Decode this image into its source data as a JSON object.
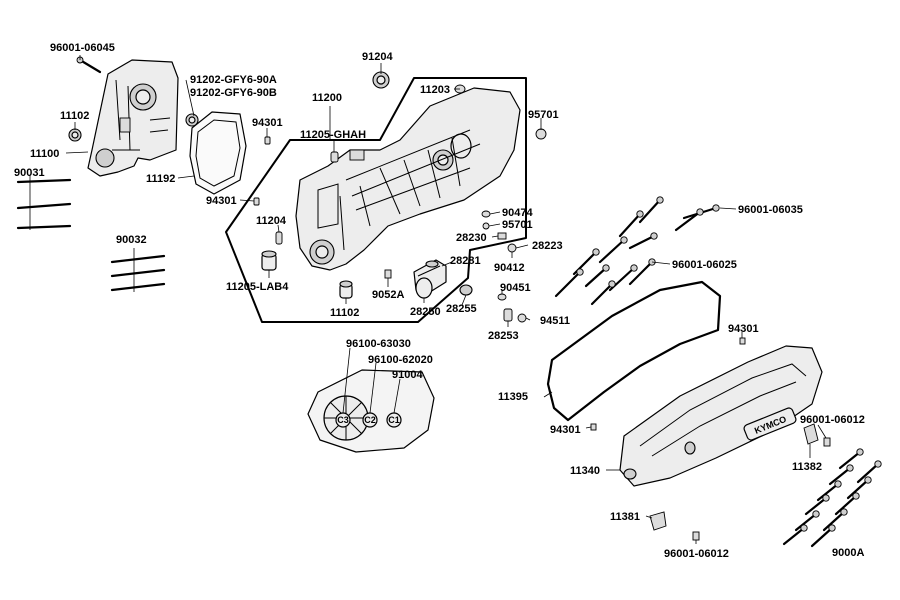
{
  "diagram": {
    "callouts": [
      {
        "id": "c01",
        "text": "96001-06045"
      },
      {
        "id": "c02",
        "text": "91202-GFY6-90A"
      },
      {
        "id": "c03",
        "text": "91202-GFY6-90B"
      },
      {
        "id": "c04",
        "text": "91204"
      },
      {
        "id": "c05",
        "text": "11203"
      },
      {
        "id": "c06",
        "text": "11200"
      },
      {
        "id": "c07",
        "text": "95701"
      },
      {
        "id": "c08",
        "text": "11102"
      },
      {
        "id": "c09",
        "text": "94301"
      },
      {
        "id": "c10",
        "text": "11205-GHAH"
      },
      {
        "id": "c11",
        "text": "11100"
      },
      {
        "id": "c12",
        "text": "11192"
      },
      {
        "id": "c13",
        "text": "90031"
      },
      {
        "id": "c14",
        "text": "94301"
      },
      {
        "id": "c15",
        "text": "96001-06035"
      },
      {
        "id": "c16",
        "text": "90474"
      },
      {
        "id": "c17",
        "text": "95701"
      },
      {
        "id": "c18",
        "text": "11204"
      },
      {
        "id": "c19",
        "text": "28230"
      },
      {
        "id": "c20",
        "text": "28223"
      },
      {
        "id": "c21",
        "text": "90032"
      },
      {
        "id": "c22",
        "text": "90412"
      },
      {
        "id": "c23",
        "text": "96001-06025"
      },
      {
        "id": "c24",
        "text": "28281"
      },
      {
        "id": "c25",
        "text": "11205-LAB4"
      },
      {
        "id": "c26",
        "text": "9052A"
      },
      {
        "id": "c27",
        "text": "90451"
      },
      {
        "id": "c28",
        "text": "28255"
      },
      {
        "id": "c29",
        "text": "28250"
      },
      {
        "id": "c30",
        "text": "94511"
      },
      {
        "id": "c31",
        "text": "11102"
      },
      {
        "id": "c32",
        "text": "28253"
      },
      {
        "id": "c33",
        "text": "94301"
      },
      {
        "id": "c34",
        "text": "96100-63030"
      },
      {
        "id": "c35",
        "text": "96100-62020"
      },
      {
        "id": "c36",
        "text": "91004"
      },
      {
        "id": "c37",
        "text": "11395"
      },
      {
        "id": "c38",
        "text": "94301"
      },
      {
        "id": "c39",
        "text": "96001-06012"
      },
      {
        "id": "c40",
        "text": "11382"
      },
      {
        "id": "c41",
        "text": "11340"
      },
      {
        "id": "c42",
        "text": "11381"
      },
      {
        "id": "c43",
        "text": "96001-06012"
      },
      {
        "id": "c44",
        "text": "9000A"
      }
    ],
    "cover_logo": "KYMCO",
    "bolt_markers": [
      "C3",
      "C2",
      "C1"
    ]
  }
}
